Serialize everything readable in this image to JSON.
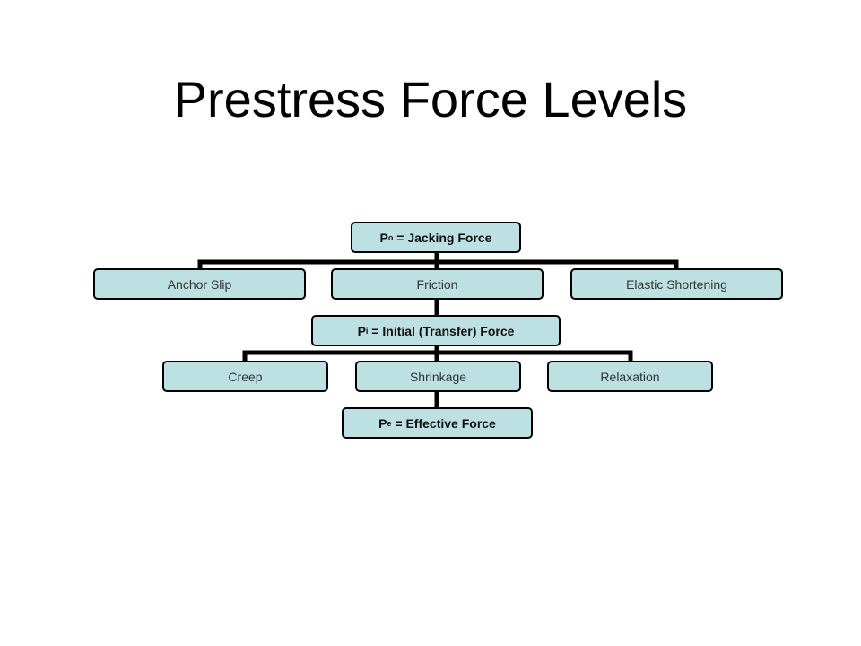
{
  "slide": {
    "title": "Prestress Force Levels"
  },
  "diagram": {
    "jacking": {
      "symbol": "P",
      "sub": "o",
      "label": " = Jacking Force"
    },
    "losses_1": [
      "Anchor Slip",
      "Friction",
      "Elastic Shortening"
    ],
    "initial": {
      "symbol": "P",
      "sub": "i",
      "label": " = Initial (Transfer) Force"
    },
    "losses_2": [
      "Creep",
      "Shrinkage",
      "Relaxation"
    ],
    "effective": {
      "symbol": "P",
      "sub": "e",
      "label": " = Effective Force"
    }
  },
  "colors": {
    "node_fill": "#bde0e3",
    "stroke": "#000000"
  }
}
